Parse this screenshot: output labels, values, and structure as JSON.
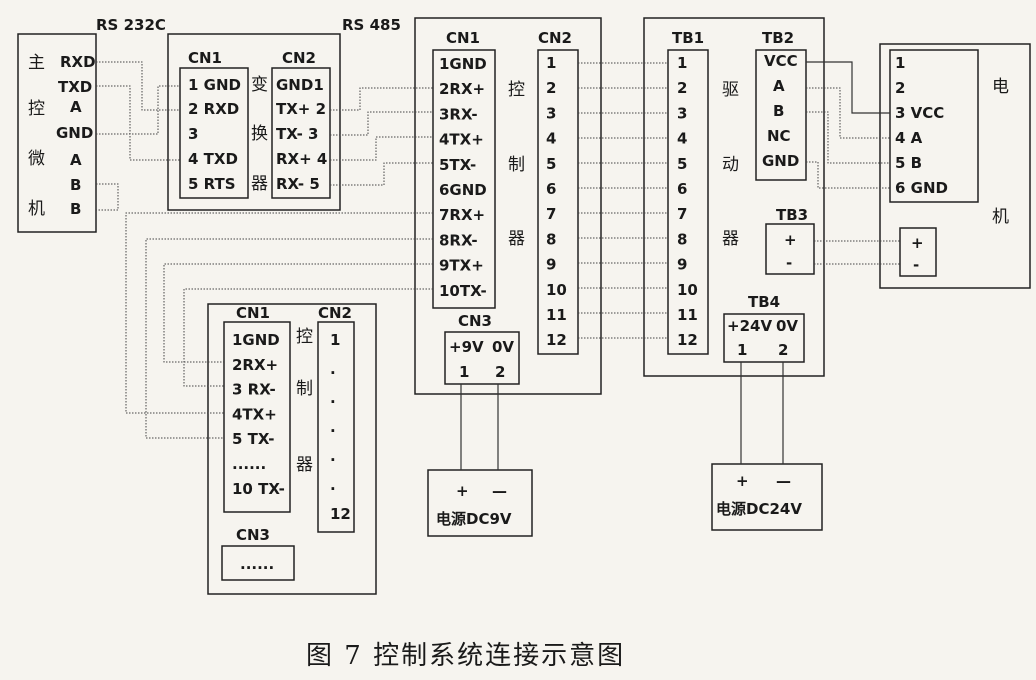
{
  "figure_caption": "图 7   控制系统连接示意图",
  "protocols": {
    "rs232": "RS 232C",
    "rs485": "RS 485"
  },
  "master_mcu": {
    "name_chars": [
      "主",
      "控",
      "微",
      "机"
    ],
    "pins": [
      "RXD",
      "TXD",
      "A",
      "GND",
      "A",
      "B",
      "B"
    ]
  },
  "converter": {
    "cn1_title": "CN1",
    "cn2_title": "CN2",
    "name_chars": [
      "变",
      "换",
      "器"
    ],
    "cn1_pins": [
      "1 GND",
      "2 RXD",
      "3",
      "4 TXD",
      "5 RTS"
    ],
    "cn2_pins": [
      "GND1",
      "TX+  2",
      "TX-  3",
      "RX+ 4",
      "RX-  5"
    ]
  },
  "controller_main": {
    "cn1_title": "CN1",
    "cn2_title": "CN2",
    "cn3_title": "CN3",
    "name_chars": [
      "控",
      "制",
      "器"
    ],
    "cn1_pins": [
      "1GND",
      "2RX+",
      "3RX-",
      "4TX+",
      "5TX-",
      "6GND",
      "7RX+",
      "8RX-",
      "9TX+",
      "10TX-"
    ],
    "cn2_pins": [
      "1",
      "2",
      "3",
      "4",
      "5",
      "6",
      "7",
      "8",
      "9",
      "10",
      "11",
      "12"
    ],
    "cn3_labels": [
      "+9V",
      "0V"
    ],
    "cn3_pins": [
      "1",
      "2"
    ]
  },
  "controller_secondary": {
    "cn1_title": "CN1",
    "cn2_title": "CN2",
    "cn3_title": "CN3",
    "name_chars": [
      "控",
      "制",
      "器"
    ],
    "cn1_pins": [
      "1GND",
      "2RX+",
      "3 RX-",
      "4TX+",
      "5 TX-",
      "......",
      "10 TX-"
    ],
    "cn2_pins": [
      "1",
      ".",
      ".",
      ".",
      ".",
      ".",
      "12"
    ],
    "cn3_text": "......"
  },
  "driver": {
    "tb1_title": "TB1",
    "tb2_title": "TB2",
    "tb3_title": "TB3",
    "tb4_title": "TB4",
    "name_chars": [
      "驱",
      "动",
      "器"
    ],
    "tb1_pins": [
      "1",
      "2",
      "3",
      "4",
      "5",
      "6",
      "7",
      "8",
      "9",
      "10",
      "11",
      "12"
    ],
    "tb2_pins": [
      "VCC",
      "A",
      "B",
      "NC",
      "GND"
    ],
    "tb3_pins": [
      "+",
      "-"
    ],
    "tb4_labels": [
      "+24V",
      "0V"
    ],
    "tb4_pins": [
      "1",
      "2"
    ]
  },
  "motor": {
    "name_chars": [
      "电",
      "机"
    ],
    "pins": [
      "1",
      "2",
      "3  VCC",
      "4   A",
      "5   B",
      "6  GND"
    ],
    "power_pins": [
      "+",
      "-"
    ]
  },
  "psu_9v": {
    "pins": [
      "+",
      "—"
    ],
    "label": "电源DC9V"
  },
  "psu_24v": {
    "pins": [
      "+",
      "—"
    ],
    "label": "电源DC24V"
  }
}
